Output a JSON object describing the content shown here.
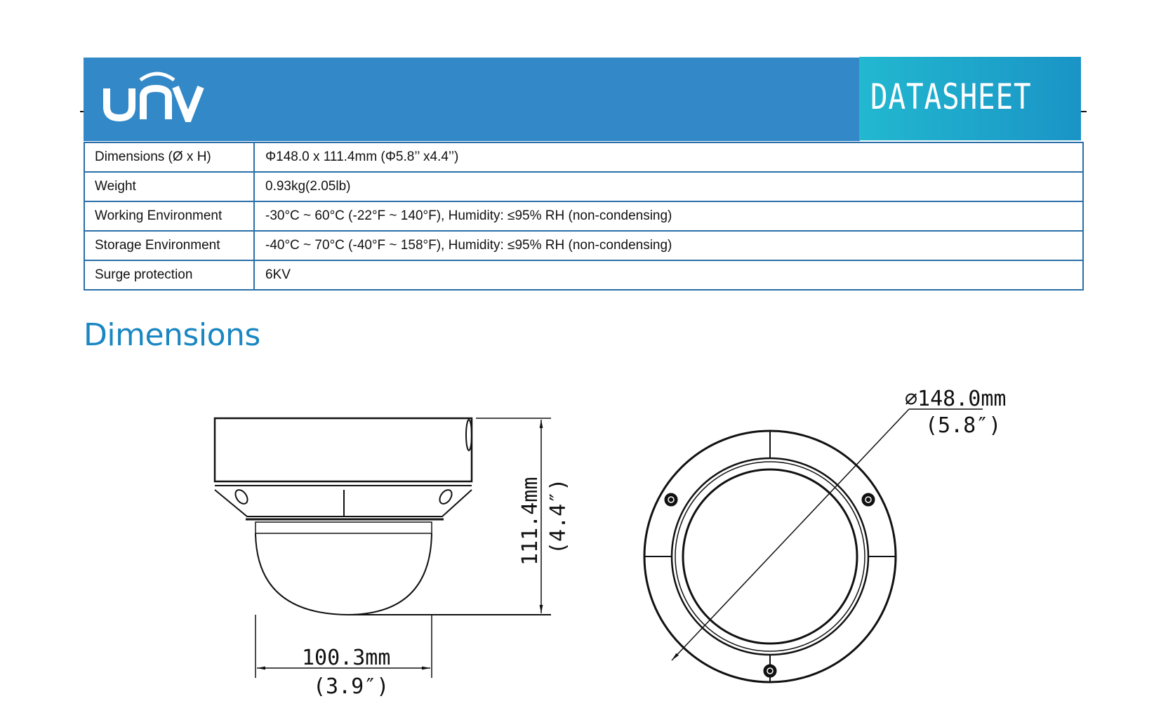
{
  "header": {
    "logo_text": "UNV",
    "badge": "DATASHEET",
    "colors": {
      "band": "#3388c8",
      "badge_start": "#22b8d0",
      "badge_end": "#1a94c6",
      "table_border": "#2a6fa8",
      "heading": "#1a87c2"
    }
  },
  "specs": [
    {
      "label": "Dimensions (Ø x H)",
      "value": "Φ148.0 x 111.4mm (Φ5.8’’ x4.4’’)"
    },
    {
      "label": "Weight",
      "value": "0.93kg(2.05lb)"
    },
    {
      "label": "Working Environment",
      "value": "-30°C ~ 60°C (-22°F ~ 140°F), Humidity: ≤95% RH (non-condensing)"
    },
    {
      "label": "Storage Environment",
      "value": "-40°C ~ 70°C (-40°F ~ 158°F), Humidity: ≤95% RH (non-condensing)"
    },
    {
      "label": "Surge protection",
      "value": "6KV"
    }
  ],
  "dimensions": {
    "heading": "Dimensions",
    "height_mm": "111.4mm",
    "height_in": "(4.4″)",
    "width_mm": "100.3mm",
    "width_in": "(3.9″)",
    "diameter_mm": "∅148.0mm",
    "diameter_in": "(5.8″)"
  }
}
